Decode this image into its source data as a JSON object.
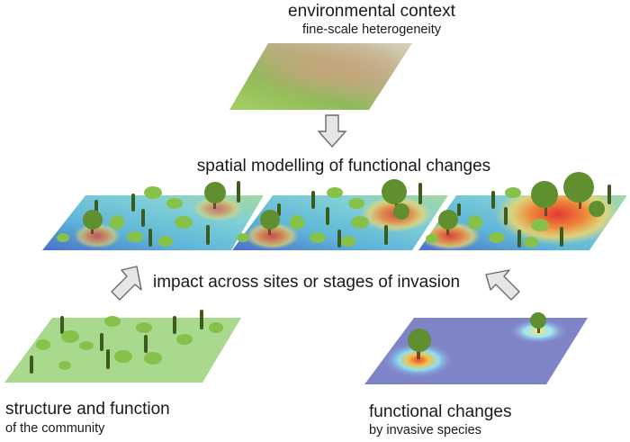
{
  "top": {
    "title": "environmental context",
    "subtitle": "fine-scale heterogeneity"
  },
  "middle": {
    "title": "spatial modelling of functional changes",
    "impact": "impact across sites or stages of invasion"
  },
  "bottom_left": {
    "title": "structure and function",
    "subtitle": "of the community"
  },
  "bottom_right": {
    "title": "functional changes",
    "subtitle": "by invasive species"
  },
  "colors": {
    "terrain_green": "#8fbf5a",
    "terrain_tan": "#c9a77a",
    "heat_low": "#3b6fc7",
    "heat_mid": "#6fc9d9",
    "heat_high": "#e8443a",
    "community_ground": "#a6d98a",
    "invasive_ground": "#7f84c9",
    "tree_green": "#5f8f2e",
    "bush_green": "#86c24a",
    "cypress": "#3d5a1f",
    "arrow_fill": "#e6e6e6",
    "arrow_stroke": "#6b6b6b"
  }
}
